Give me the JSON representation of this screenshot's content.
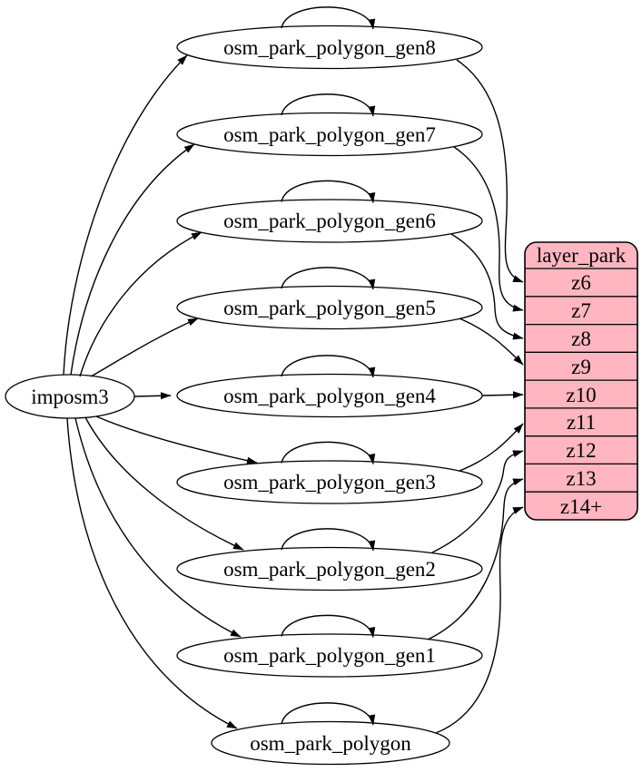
{
  "diagram": {
    "type": "dependency-graph",
    "source": {
      "label": "imposm3"
    },
    "tables": [
      {
        "label": "osm_park_polygon_gen8",
        "feeds_zoom": "z6"
      },
      {
        "label": "osm_park_polygon_gen7",
        "feeds_zoom": "z7"
      },
      {
        "label": "osm_park_polygon_gen6",
        "feeds_zoom": "z8"
      },
      {
        "label": "osm_park_polygon_gen5",
        "feeds_zoom": "z9"
      },
      {
        "label": "osm_park_polygon_gen4",
        "feeds_zoom": "z10"
      },
      {
        "label": "osm_park_polygon_gen3",
        "feeds_zoom": "z11"
      },
      {
        "label": "osm_park_polygon_gen2",
        "feeds_zoom": "z12"
      },
      {
        "label": "osm_park_polygon_gen1",
        "feeds_zoom": "z13"
      },
      {
        "label": "osm_park_polygon",
        "feeds_zoom": "z14+"
      }
    ],
    "layer_table": {
      "title": "layer_park",
      "rows": [
        "z6",
        "z7",
        "z8",
        "z9",
        "z10",
        "z11",
        "z12",
        "z13",
        "z14+"
      ]
    },
    "colors": {
      "layer_fill": "#ffb6c1",
      "node_fill": "#ffffff",
      "edge": "#000000"
    }
  }
}
